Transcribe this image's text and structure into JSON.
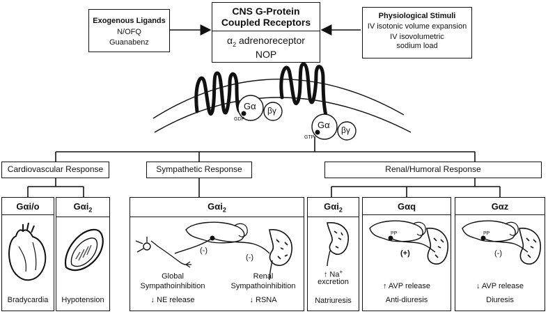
{
  "exogenous": {
    "title": "Exogenous Ligands",
    "items": [
      "N/OFQ",
      "Guanabenz"
    ]
  },
  "cns": {
    "title_line1": "CNS G-Protein",
    "title_line2": "Coupled Receptors",
    "item1_main": "α",
    "item1_sub": "2",
    "item1_rest": " adrenoreceptor",
    "item2": "NOP"
  },
  "stimuli": {
    "title": "Physiological Stimuli",
    "items": [
      "IV isotonic volume expansion",
      "IV isovolumetric",
      "sodium load"
    ]
  },
  "membrane": {
    "galpha": "Gα",
    "gbg": "βγ",
    "gdp": "GDP",
    "gtp": "GTP"
  },
  "responses": {
    "cardio": "Cardiovascular Response",
    "symp": "Sympathetic Response",
    "renal": "Renal/Humoral Response"
  },
  "panels": {
    "gio": {
      "title": "Gαi/o",
      "caption": "Bradycardia"
    },
    "gi2a": {
      "title_main": "Gαi",
      "title_sub": "2",
      "caption": "Hypotension"
    },
    "gi2symp": {
      "title_main": "Gαi",
      "title_sub": "2",
      "minus1": "(-)",
      "minus2": "(-)",
      "left_cap1": "Global",
      "left_cap2": "Sympathoinhibition",
      "right_cap1": "Renal",
      "right_cap2": "Sympathoinhibition",
      "ne_release": "↓ NE release",
      "rsna": "↓ RSNA"
    },
    "gi2renal": {
      "title_main": "Gαi",
      "title_sub": "2",
      "na_line": "↑ Na",
      "na_sup": "+",
      "excretion": "excretion",
      "caption": "Natriuresis"
    },
    "gq": {
      "title": "Gαq",
      "pp": "PP",
      "plus": "(+)",
      "avp": "↑ AVP release",
      "caption": "Anti-diuresis"
    },
    "gz": {
      "title": "Gαz",
      "pp": "PP",
      "minus": "(-)",
      "avp": "↓ AVP release",
      "caption": "Diuresis"
    }
  }
}
